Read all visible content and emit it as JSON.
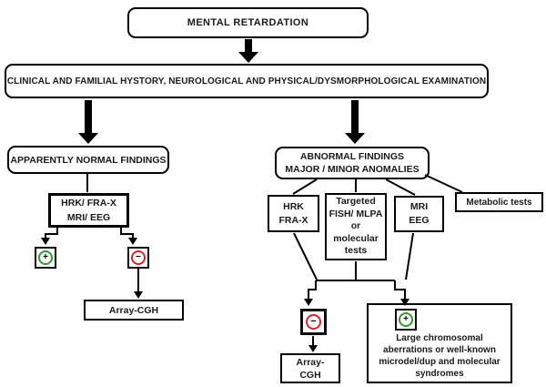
{
  "flowchart": {
    "root": "MENTAL RETARDATION",
    "examination": "CLINICAL AND FAMILIAL HYSTORY, NEUROLOGICAL AND PHYSICAL/DYSMORPHOLOGICAL EXAMINATION",
    "left_branch": {
      "normal_findings": "APPARENTLY NORMAL FINDINGS",
      "tests": "HRK/ FRA-X\nMRI/ EEG",
      "array_cgh": "Array-CGH"
    },
    "right_branch": {
      "abnormal_findings": "ABNORMAL FINDINGS\nMAJOR / MINOR ANOMALIES",
      "hrk_frax": "HRK\nFRA-X",
      "targeted_tests": "Targeted\nFISH/ MLPA\nor\nmolecular\ntests",
      "mri_eeg": "MRI\nEEG",
      "metabolic": "Metabolic tests",
      "array_cgh": "Array-\nCGH",
      "positive_outcome": "Large chromosomal\naberrations or well-known\nmicrodel/dup and molecular\nsyndromes"
    },
    "symbols": {
      "plus": "+",
      "minus": "−"
    },
    "colors": {
      "positive": "#2e9b2e",
      "negative": "#d32525",
      "line": "#000000"
    }
  }
}
